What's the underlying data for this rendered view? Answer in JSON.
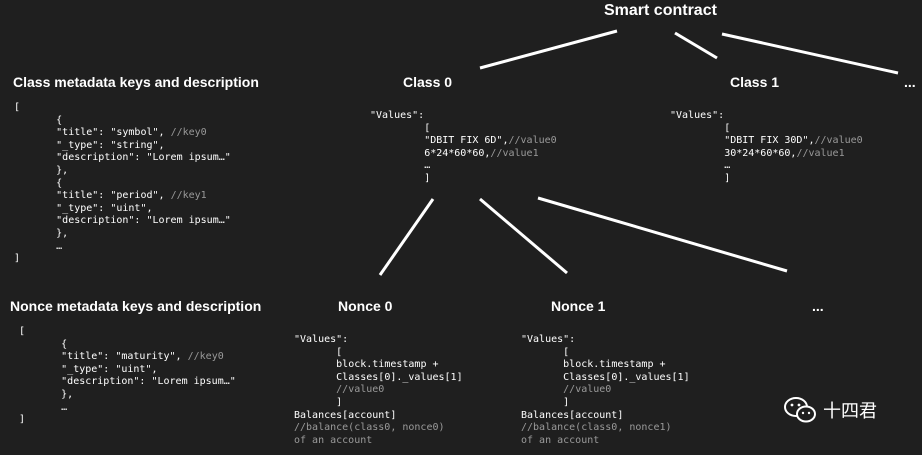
{
  "root": {
    "title": "Smart contract"
  },
  "classes": [
    {
      "title": "Class 0",
      "values_key": "\"Values\":",
      "open": "[",
      "value0": "\"DBIT FIX 6D\",",
      "value0_comment": "//value0",
      "value1": "6*24*60*60,",
      "value1_comment": "//value1",
      "ellipsis": "…",
      "close": "]"
    },
    {
      "title": "Class 1",
      "values_key": "\"Values\":",
      "open": "[",
      "value0": "\"DBIT FIX 30D\",",
      "value0_comment": "//value0",
      "value1": "30*24*60*60,",
      "value1_comment": "//value1",
      "ellipsis": "…",
      "close": "]"
    },
    {
      "title": "..."
    }
  ],
  "nonces": [
    {
      "title": "Nonce 0",
      "values_key": "\"Values\":",
      "open": "[",
      "line1": "block.timestamp +",
      "line2": "Classes[0]._values[1]",
      "comment": "//value0",
      "close": "]",
      "balances": "Balances[account]",
      "balance_comment": "//balance(class0, nonce0)",
      "balance_comment2": "of an account"
    },
    {
      "title": "Nonce 1",
      "values_key": "\"Values\":",
      "open": "[",
      "line1": "block.timestamp +",
      "line2": "Classes[0]._values[1]",
      "comment": "//value0",
      "close": "]",
      "balances": "Balances[account]",
      "balance_comment": "//balance(class0, nonce1)",
      "balance_comment2": "of an account"
    },
    {
      "title": "..."
    }
  ],
  "class_metadata": {
    "title": "Class metadata keys and description",
    "open": "[",
    "items": [
      {
        "open": "{",
        "title_line": "\"title\": \"symbol\",",
        "title_comment": "//key0",
        "type_line": "\"_type\": \"string\",",
        "desc_line": "\"description\": \"Lorem ipsum…\"",
        "close": "},"
      },
      {
        "open": "{",
        "title_line": "\"title\": \"period\",",
        "title_comment": "//key1",
        "type_line": "\"_type\": \"uint\",",
        "desc_line": "\"description\": \"Lorem ipsum…\"",
        "close": "},"
      }
    ],
    "ellipsis": "…",
    "close": "]"
  },
  "nonce_metadata": {
    "title": "Nonce metadata keys and description",
    "open": "[",
    "items": [
      {
        "open": "{",
        "title_line": "\"title\": \"maturity\",",
        "title_comment": "//key0",
        "type_line": "\"_type\": \"uint\",",
        "desc_line": "\"description\": \"Lorem ipsum…\"",
        "close": "},"
      }
    ],
    "ellipsis": "…",
    "close": "]"
  },
  "watermark": {
    "text": "十四君",
    "icon": "wechat-icon"
  },
  "colors": {
    "background": "#1f1f1f",
    "text": "#ffffff",
    "comment": "#9a9a9a"
  }
}
